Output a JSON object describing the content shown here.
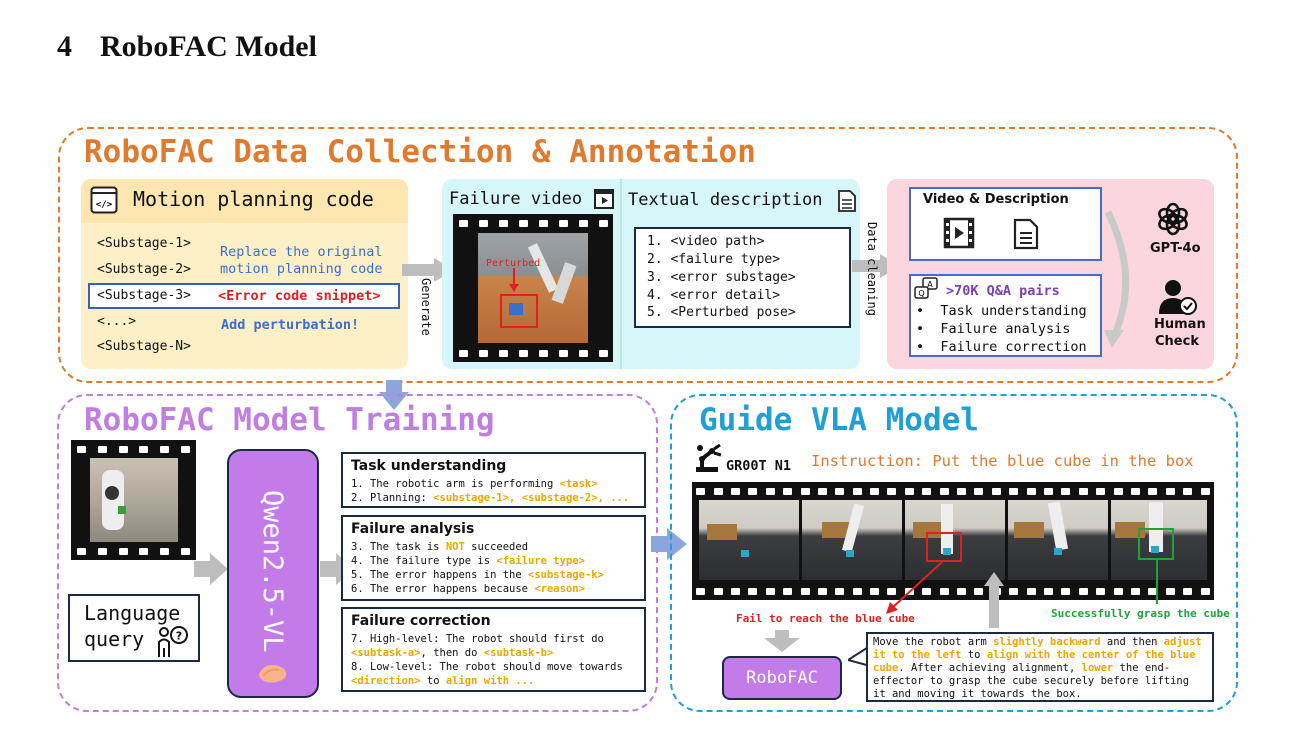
{
  "section": {
    "number": "4",
    "title": "RoboFAC Model"
  },
  "collection": {
    "title": "RoboFAC Data Collection & Annotation",
    "motion": {
      "header": "Motion planning code",
      "substages": [
        "<Substage-1>",
        "<Substage-2>",
        "<Substage-3>",
        "<...>",
        "<Substage-N>"
      ],
      "replace_line1": "Replace the original",
      "replace_line2": "motion planning code",
      "error_snippet": "<Error code snippet>",
      "add_perturbation": "Add perturbation!"
    },
    "generate_label": "Generate",
    "failure_video": {
      "header": "Failure video",
      "perturbed_label": "Perturbed"
    },
    "textual": {
      "header": "Textual description",
      "items": [
        "1. <video path>",
        "2. <failure type>",
        "3. <error substage>",
        "4. <error detail>",
        "5. <Perturbed pose>"
      ]
    },
    "cleaning_label": "Data cleaning",
    "annotation": {
      "video_desc_title": "Video & Description",
      "qa_title": ">70K Q&A pairs",
      "qa_items": [
        "Task understanding",
        "Failure analysis",
        "Failure correction"
      ],
      "gpt_label": "GPT-4o",
      "human_line1": "Human",
      "human_line2": "Check"
    }
  },
  "training": {
    "title": "RoboFAC Model Training",
    "model_name": "Qwen2.5-VL",
    "lang_query_line1": "Language",
    "lang_query_line2": "query",
    "task": {
      "title": "Task understanding",
      "l1_pre": "1. The robotic arm is performing ",
      "l1_hl": "<task>",
      "l2_pre": "2. Planning: ",
      "l2_hl": "<substage-1>, <substage-2>, ..."
    },
    "analysis": {
      "title": "Failure analysis",
      "l3_pre": "3. The task is ",
      "l3_hl": "NOT",
      "l3_post": " succeeded",
      "l4_pre": "4. The failure type is ",
      "l4_hl": "<failure type>",
      "l5_pre": "5. The error happens in the ",
      "l5_hl": "<substage-k>",
      "l6_pre": "6. The error happens because ",
      "l6_hl": "<reason>"
    },
    "correction": {
      "title": "Failure correction",
      "l7a": "7. High-level: The robot should first do",
      "l7b_hl1": "<subtask-a>",
      "l7b_mid": ", then do ",
      "l7b_hl2": "<subtask-b>",
      "l8a": "8. Low-level: The robot should move towards",
      "l8b_hl1": "<direction>",
      "l8b_mid": " to ",
      "l8b_hl2": "align with ..."
    }
  },
  "guide": {
    "title": "Guide VLA Model",
    "robot_label": "GR00T N1",
    "instruction": "Instruction: Put the blue cube in the box",
    "fail_label": "Fail to reach the blue cube",
    "success_label": "Successfully grasp the cube",
    "robofac_label": "RoboFAC",
    "correction_text": [
      {
        "t": "Move the robot arm ",
        "h": false
      },
      {
        "t": "slightly backward",
        "h": true
      },
      {
        "t": " and then ",
        "h": false
      },
      {
        "t": "adjust it to the left",
        "h": true
      },
      {
        "t": " to ",
        "h": false
      },
      {
        "t": "align with the center of the blue cube",
        "h": true
      },
      {
        "t": ". After achieving alignment, ",
        "h": false
      },
      {
        "t": "lower",
        "h": true
      },
      {
        "t": " the end-effector to grasp the cube securely before lifting it and moving it towards the box.",
        "h": false
      }
    ]
  },
  "colors": {
    "orange": "#e07a2e",
    "purple": "#c07ee0",
    "blue": "#1e9fd6",
    "yellow_bg": "#fdefc6",
    "cyan_bg": "#d6f6f8",
    "pink_bg": "#fbd6de",
    "model_purple": "#c27be8",
    "hl": "#f0a500",
    "red": "#e02020",
    "green": "#1ca33a"
  }
}
